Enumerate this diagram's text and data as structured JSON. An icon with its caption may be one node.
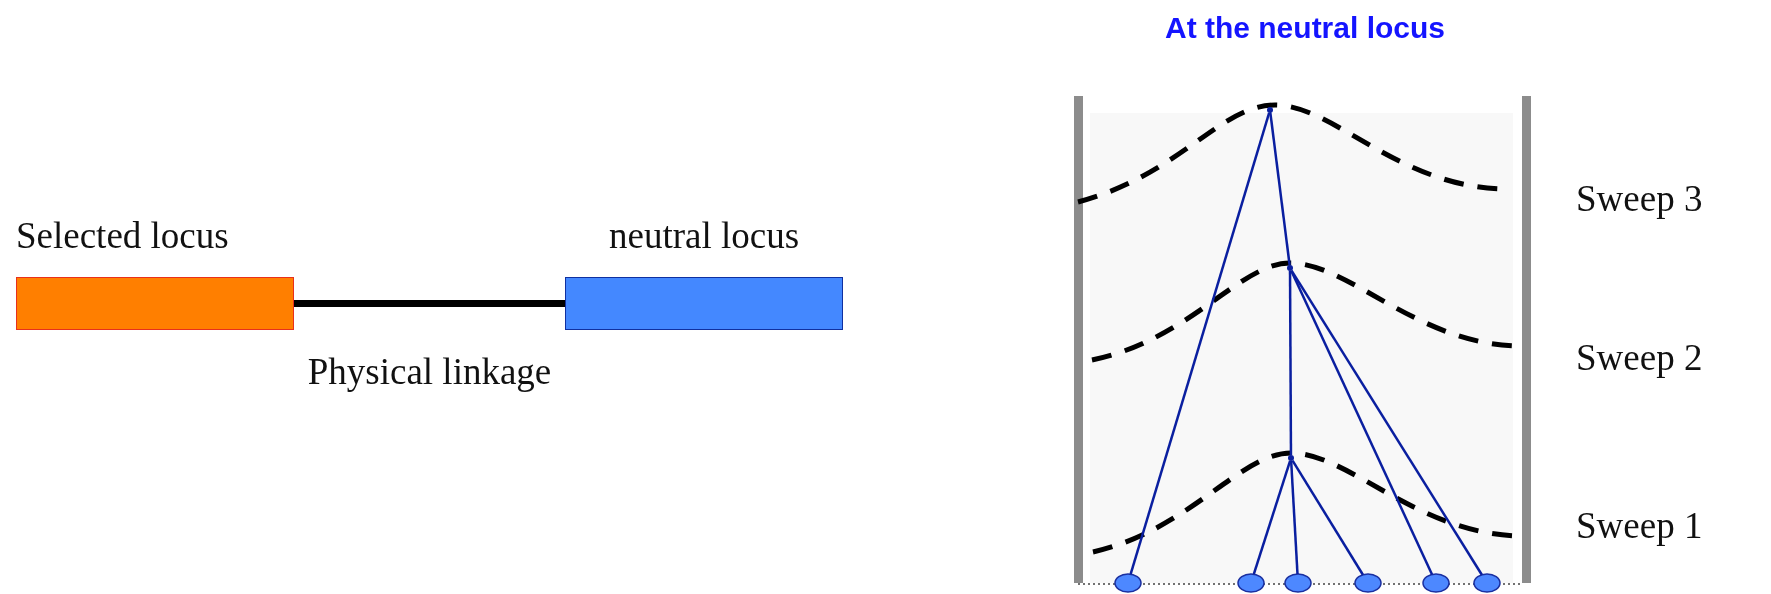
{
  "diagram": {
    "nodes": [
      {
        "text": [
          "Selected locus"
        ]
      },
      {
        "text": [
          "neutral locus"
        ]
      },
      {
        "text": [
          "At the neutral locus"
        ]
      },
      {
        "text": [],
        "shape": "point",
        "in": 2
      },
      {
        "text": [],
        "shape": "point",
        "in": 2
      },
      {
        "text": [],
        "shape": "point",
        "in": 2
      },
      {
        "text": [],
        "shape": "circle",
        "in": 2
      },
      {
        "text": [],
        "shape": "circle",
        "in": 2
      },
      {
        "text": [],
        "shape": "circle",
        "in": 2
      },
      {
        "text": [],
        "shape": "circle",
        "in": 2
      },
      {
        "text": [],
        "shape": "circle",
        "in": 2
      },
      {
        "text": [],
        "shape": "circle",
        "in": 2
      }
    ],
    "edges": [
      {
        "from": 0,
        "to": 1,
        "arrow": "none",
        "label": "Physical linkage",
        "style": "thick",
        "color": "#000000"
      },
      {
        "from": 3,
        "to": 6,
        "arrow": "none"
      },
      {
        "from": 3,
        "to": 4,
        "arrow": "none"
      },
      {
        "from": 4,
        "to": 5,
        "arrow": "none"
      },
      {
        "from": 4,
        "to": 10,
        "arrow": "none"
      },
      {
        "from": 4,
        "to": 11,
        "arrow": "none"
      },
      {
        "from": 5,
        "to": 7,
        "arrow": "none"
      },
      {
        "from": 5,
        "to": 8,
        "arrow": "none"
      },
      {
        "from": 5,
        "to": 9,
        "arrow": "none"
      }
    ],
    "labels": [
      "Sweep 3",
      "Sweep 2",
      "Sweep 1"
    ]
  }
}
